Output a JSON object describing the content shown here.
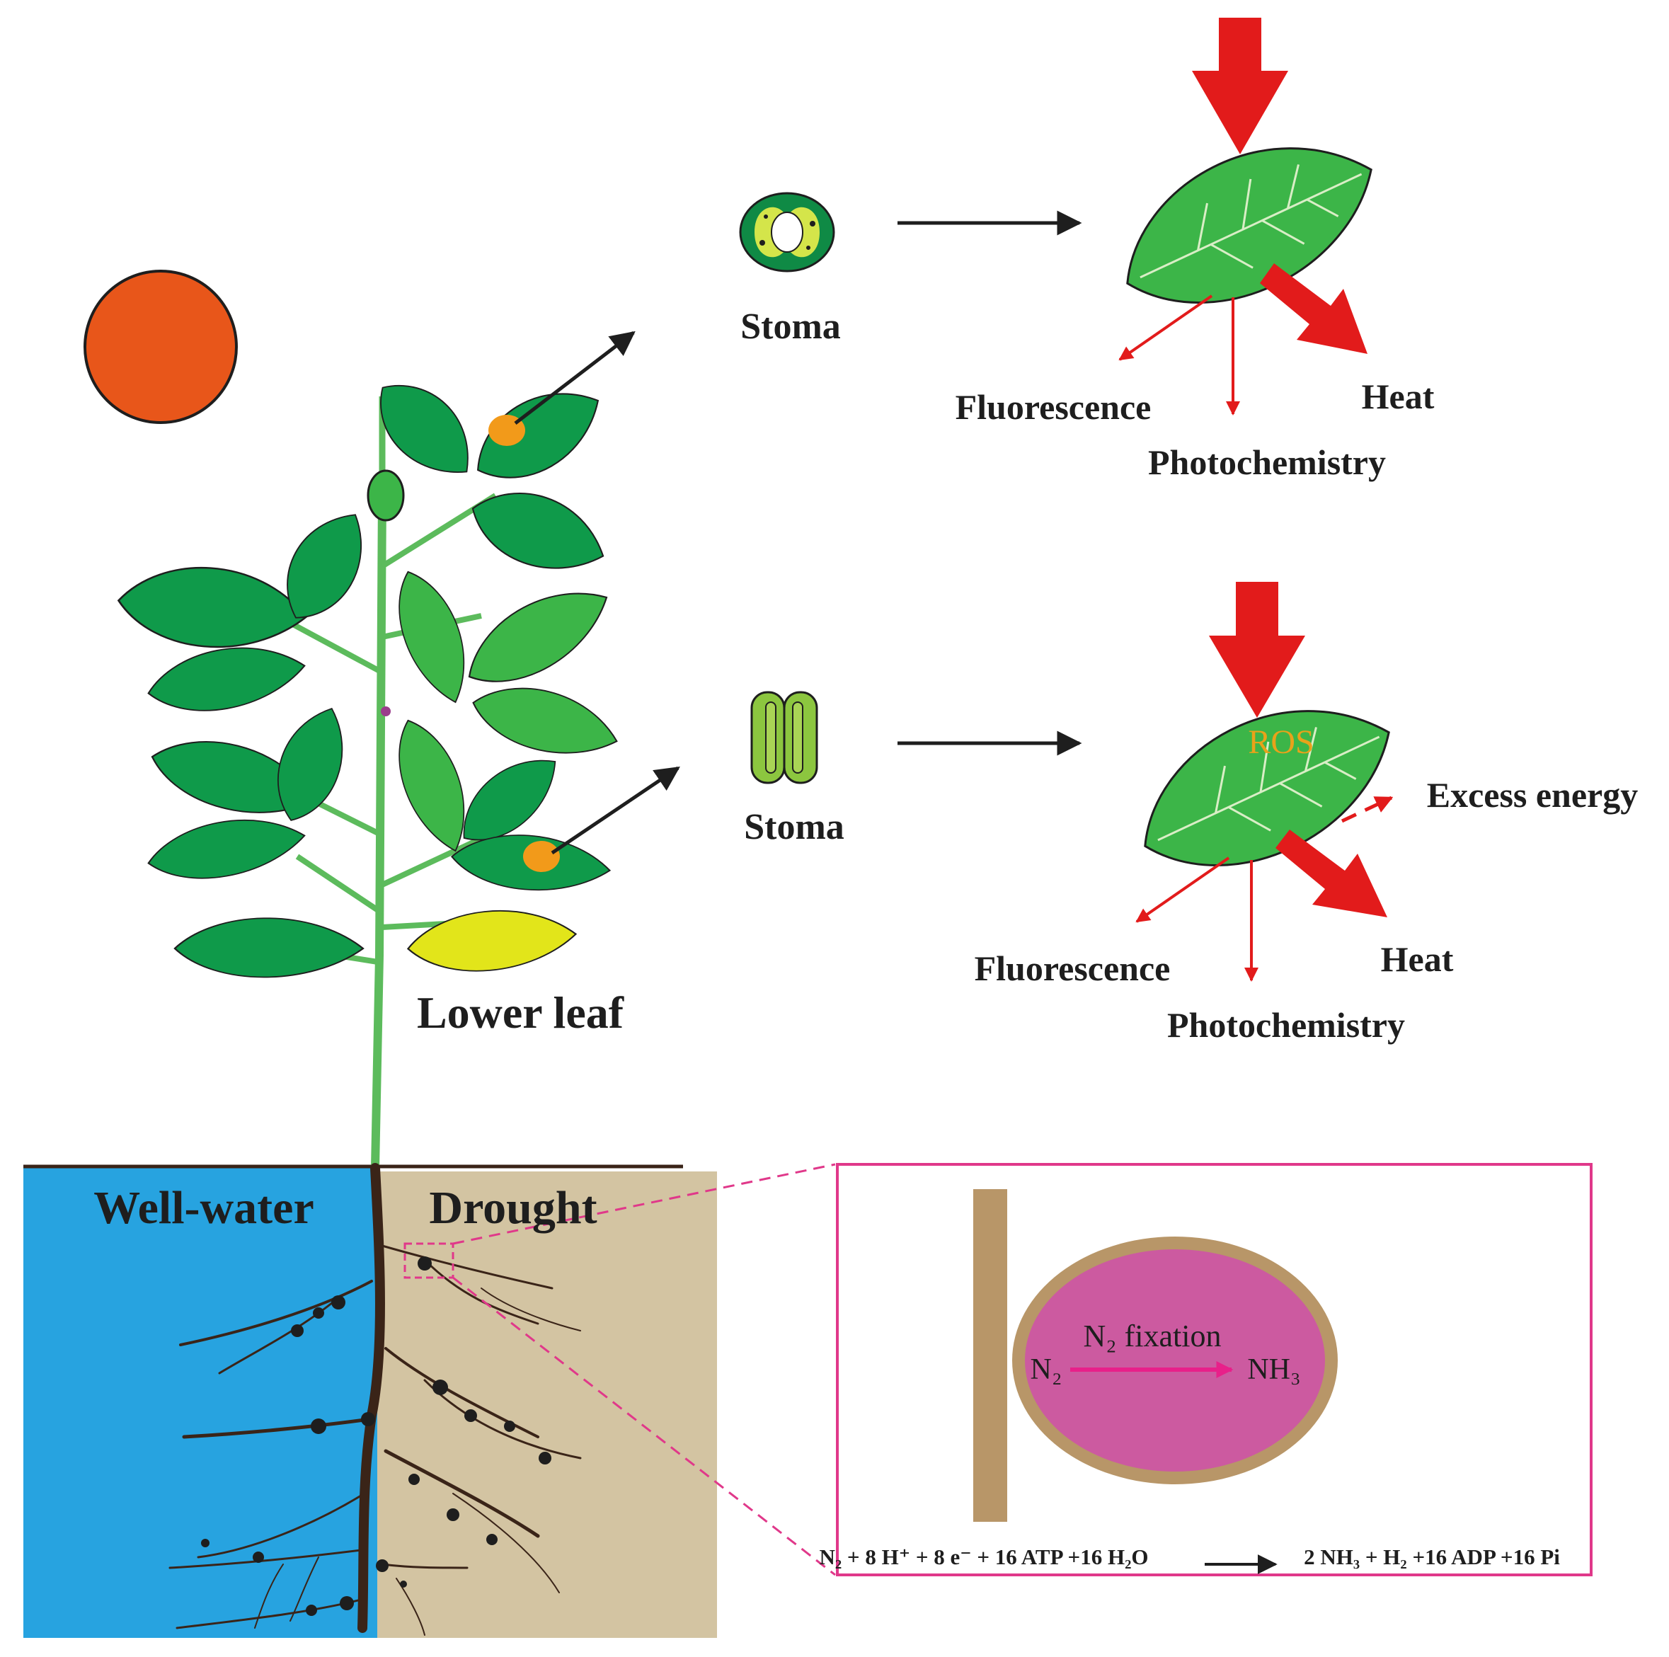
{
  "labels": {
    "stoma_top": "Stoma",
    "stoma_bottom": "Stoma",
    "fluorescence_top": "Fluorescence",
    "heat_top": "Heat",
    "photochemistry_top": "Photochemistry",
    "ros": "ROS",
    "excess_energy": "Excess energy",
    "fluorescence_bottom": "Fluorescence",
    "heat_bottom": "Heat",
    "photochemistry_bottom": "Photochemistry",
    "lower_leaf": "Lower leaf",
    "well_water": "Well-water",
    "drought": "Drought"
  },
  "nodule": {
    "process": "N₂ fixation",
    "reactant": "N₂",
    "product": "NH₃",
    "equation_left": "N₂ + 8 H⁺ + 8 e⁻ + 16 ATP +16 H₂O",
    "equation_right": "2 NH₃ + H₂ +16 ADP +16 Pi"
  },
  "colors": {
    "sun": "#e8561a",
    "leaf_dark": "#0f9a4a",
    "leaf_light": "#3cb548",
    "leaf_yellow": "#e2e51a",
    "stem": "#5cbb5c",
    "well_water_soil": "#27a3e0",
    "drought_soil": "#d3c4a2",
    "root": "#3a2418",
    "nodule_fill": "#cc5aa0",
    "nodule_wall": "#b89668",
    "frame": "#e0388a",
    "energy_arrow": "#e21b1b",
    "ros_text": "#e8a21a"
  }
}
